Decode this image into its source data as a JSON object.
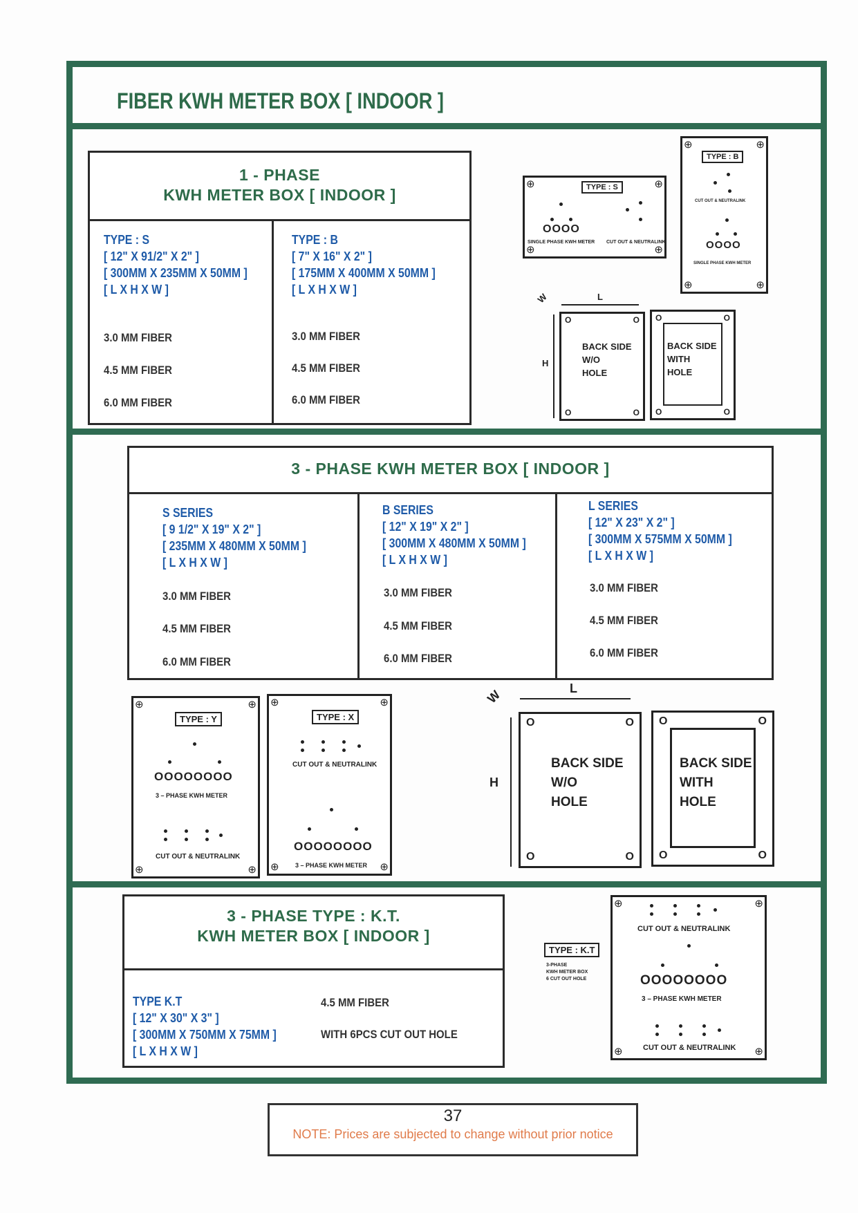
{
  "page_title": "FIBER KWH METER BOX [ INDOOR ]",
  "single_phase": {
    "header_line1": "1 - PHASE",
    "header_line2": "KWH METER BOX [ INDOOR ]",
    "columns": [
      {
        "type": "TYPE : S",
        "size_in": "[ 12\" X 91/2\" X 2\" ]",
        "size_mm": "[ 300MM X 235MM X 50MM ]",
        "dims": "[ L X H X W ]",
        "fibers": [
          "3.0 MM FIBER",
          "4.5 MM FIBER",
          "6.0 MM FIBER"
        ]
      },
      {
        "type": "TYPE : B",
        "size_in": "[ 7\" X 16\" X 2\" ]",
        "size_mm": "[ 175MM X 400MM X 50MM ]",
        "dims": "[ L X H X W ]",
        "fibers": [
          "3.0 MM FIBER",
          "4.5 MM FIBER",
          "6.0 MM FIBER"
        ]
      }
    ]
  },
  "diagrams": {
    "type_s": "TYPE : S",
    "type_b": "TYPE : B",
    "type_y": "TYPE : Y",
    "type_x": "TYPE : X",
    "type_kt": "TYPE : K.T",
    "single_meter": "SINGLE PHASE KWH METER",
    "cutout": "CUT OUT & NEUTRALINK",
    "three_meter": "3 – PHASE KWH METER",
    "meter_rings_4": "OOOO",
    "meter_rings_8": "OOOOOOOO",
    "kt_note": [
      "3-PHASE",
      "KWH METER BOX",
      "6 CUT OUT HOLE"
    ],
    "back_wo": [
      "BACK SIDE",
      "W/O",
      "HOLE"
    ],
    "back_with": [
      "BACK SIDE",
      "WITH",
      "HOLE"
    ],
    "L": "L",
    "H": "H",
    "W": "W",
    "corner": "O",
    "screw": "⊕"
  },
  "three_phase": {
    "header": "3 - PHASE KWH METER BOX [ INDOOR ]",
    "columns": [
      {
        "type": "S SERIES",
        "size_in": "[ 9 1/2\" X 19\" X 2\" ]",
        "size_mm": "[ 235MM X 480MM X 50MM ]",
        "dims": "[ L X H X W ]",
        "fibers": [
          "3.0 MM FIBER",
          "4.5 MM FIBER",
          "6.0 MM FIBER"
        ]
      },
      {
        "type": "B SERIES",
        "size_in": "[ 12\" X 19\" X 2\" ]",
        "size_mm": "[ 300MM X 480MM X 50MM ]",
        "dims": "[ L X H X W ]",
        "fibers": [
          "3.0 MM FIBER",
          "4.5 MM FIBER",
          "6.0 MM FIBER"
        ]
      },
      {
        "type": "L SERIES",
        "size_in": "[ 12\" X 23\" X 2\" ]",
        "size_mm": "[ 300MM X 575MM X 50MM ]",
        "dims": "[ L X H X W ]",
        "fibers": [
          "3.0 MM FIBER",
          "4.5 MM FIBER",
          "6.0 MM FIBER"
        ]
      }
    ]
  },
  "kt": {
    "header_line1": "3 - PHASE TYPE : K.T.",
    "header_line2": "KWH METER BOX [ INDOOR ]",
    "type": "TYPE K.T",
    "size_in": "[ 12\" X 30\" X 3\" ]",
    "size_mm": "[ 300MM X 750MM X 75MM ]",
    "dims": "[ L X H X W ]",
    "fiber": "4.5 MM FIBER",
    "holes": "WITH 6PCS CUT OUT HOLE"
  },
  "footer": {
    "page_number": "37",
    "note": "NOTE: Prices are subjected to change without prior notice"
  }
}
